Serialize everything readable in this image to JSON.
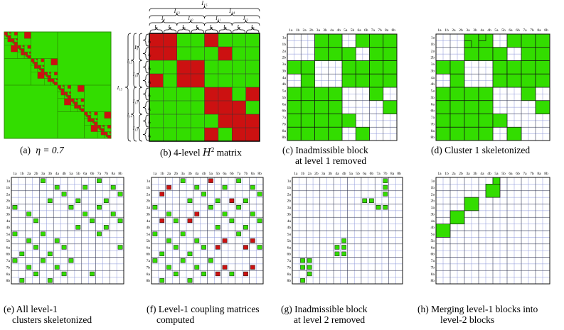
{
  "colors": {
    "green": "#33dd00",
    "red": "#cc1111",
    "grid": "#8a94d8",
    "line": "#111111"
  },
  "panel_a": {
    "eta_label": "η = 0.7",
    "caption": "(a)"
  },
  "panel_b": {
    "caption": "(b) 4-level",
    "caption_math": "H",
    "caption_sup": "2",
    "caption_tail": "matrix",
    "top_labels": {
      "l1": "I₁₅",
      "l2": [
        "I₁₃",
        "I₁₄"
      ],
      "l3": [
        "I₉",
        "I₁₀",
        "I₁₁",
        "I₁₂"
      ],
      "l4": [
        "I₁",
        "I₂",
        "I₃",
        "I₄",
        "I₅",
        "I₆",
        "I₇",
        "I₈"
      ]
    },
    "leaf_blocks": [
      [
        "R",
        "R",
        "G",
        "G",
        "R",
        "G",
        "G",
        "G"
      ],
      [
        "R",
        "R",
        "G",
        "G",
        "G",
        "R",
        "G",
        "G"
      ],
      [
        "G",
        "G",
        "R",
        "R",
        "G",
        "G",
        "G",
        "G"
      ],
      [
        "R",
        "G",
        "R",
        "R",
        "G",
        "G",
        "G",
        "G"
      ],
      [
        "G",
        "G",
        "G",
        "G",
        "R",
        "R",
        "G",
        "R"
      ],
      [
        "G",
        "G",
        "G",
        "G",
        "R",
        "R",
        "R",
        "G"
      ],
      [
        "G",
        "G",
        "G",
        "G",
        "G",
        "R",
        "R",
        "R"
      ],
      [
        "G",
        "G",
        "G",
        "G",
        "R",
        "G",
        "R",
        "R"
      ]
    ]
  },
  "labels16": [
    "1a",
    "1b",
    "2a",
    "2b",
    "3a",
    "3b",
    "4a",
    "4b",
    "5a",
    "5b",
    "6a",
    "6b",
    "7a",
    "7b",
    "8a",
    "8b"
  ],
  "panels": {
    "c": {
      "caption": [
        "(c) Inadmissible block",
        "at level 1 removed"
      ]
    },
    "d": {
      "caption": [
        "(d) Cluster 1 skeletonized"
      ]
    },
    "e": {
      "caption": [
        "(e) All level-1",
        "clusters skeletonized"
      ]
    },
    "f": {
      "caption": [
        "(f) Level-1 coupling matrices",
        "computed"
      ]
    },
    "g": {
      "caption": [
        "(g) Inadmissible block",
        "at level 2 removed"
      ]
    },
    "h": {
      "caption": [
        "(h) Merging level-1 blocks into",
        "level-2 blocks"
      ]
    }
  }
}
